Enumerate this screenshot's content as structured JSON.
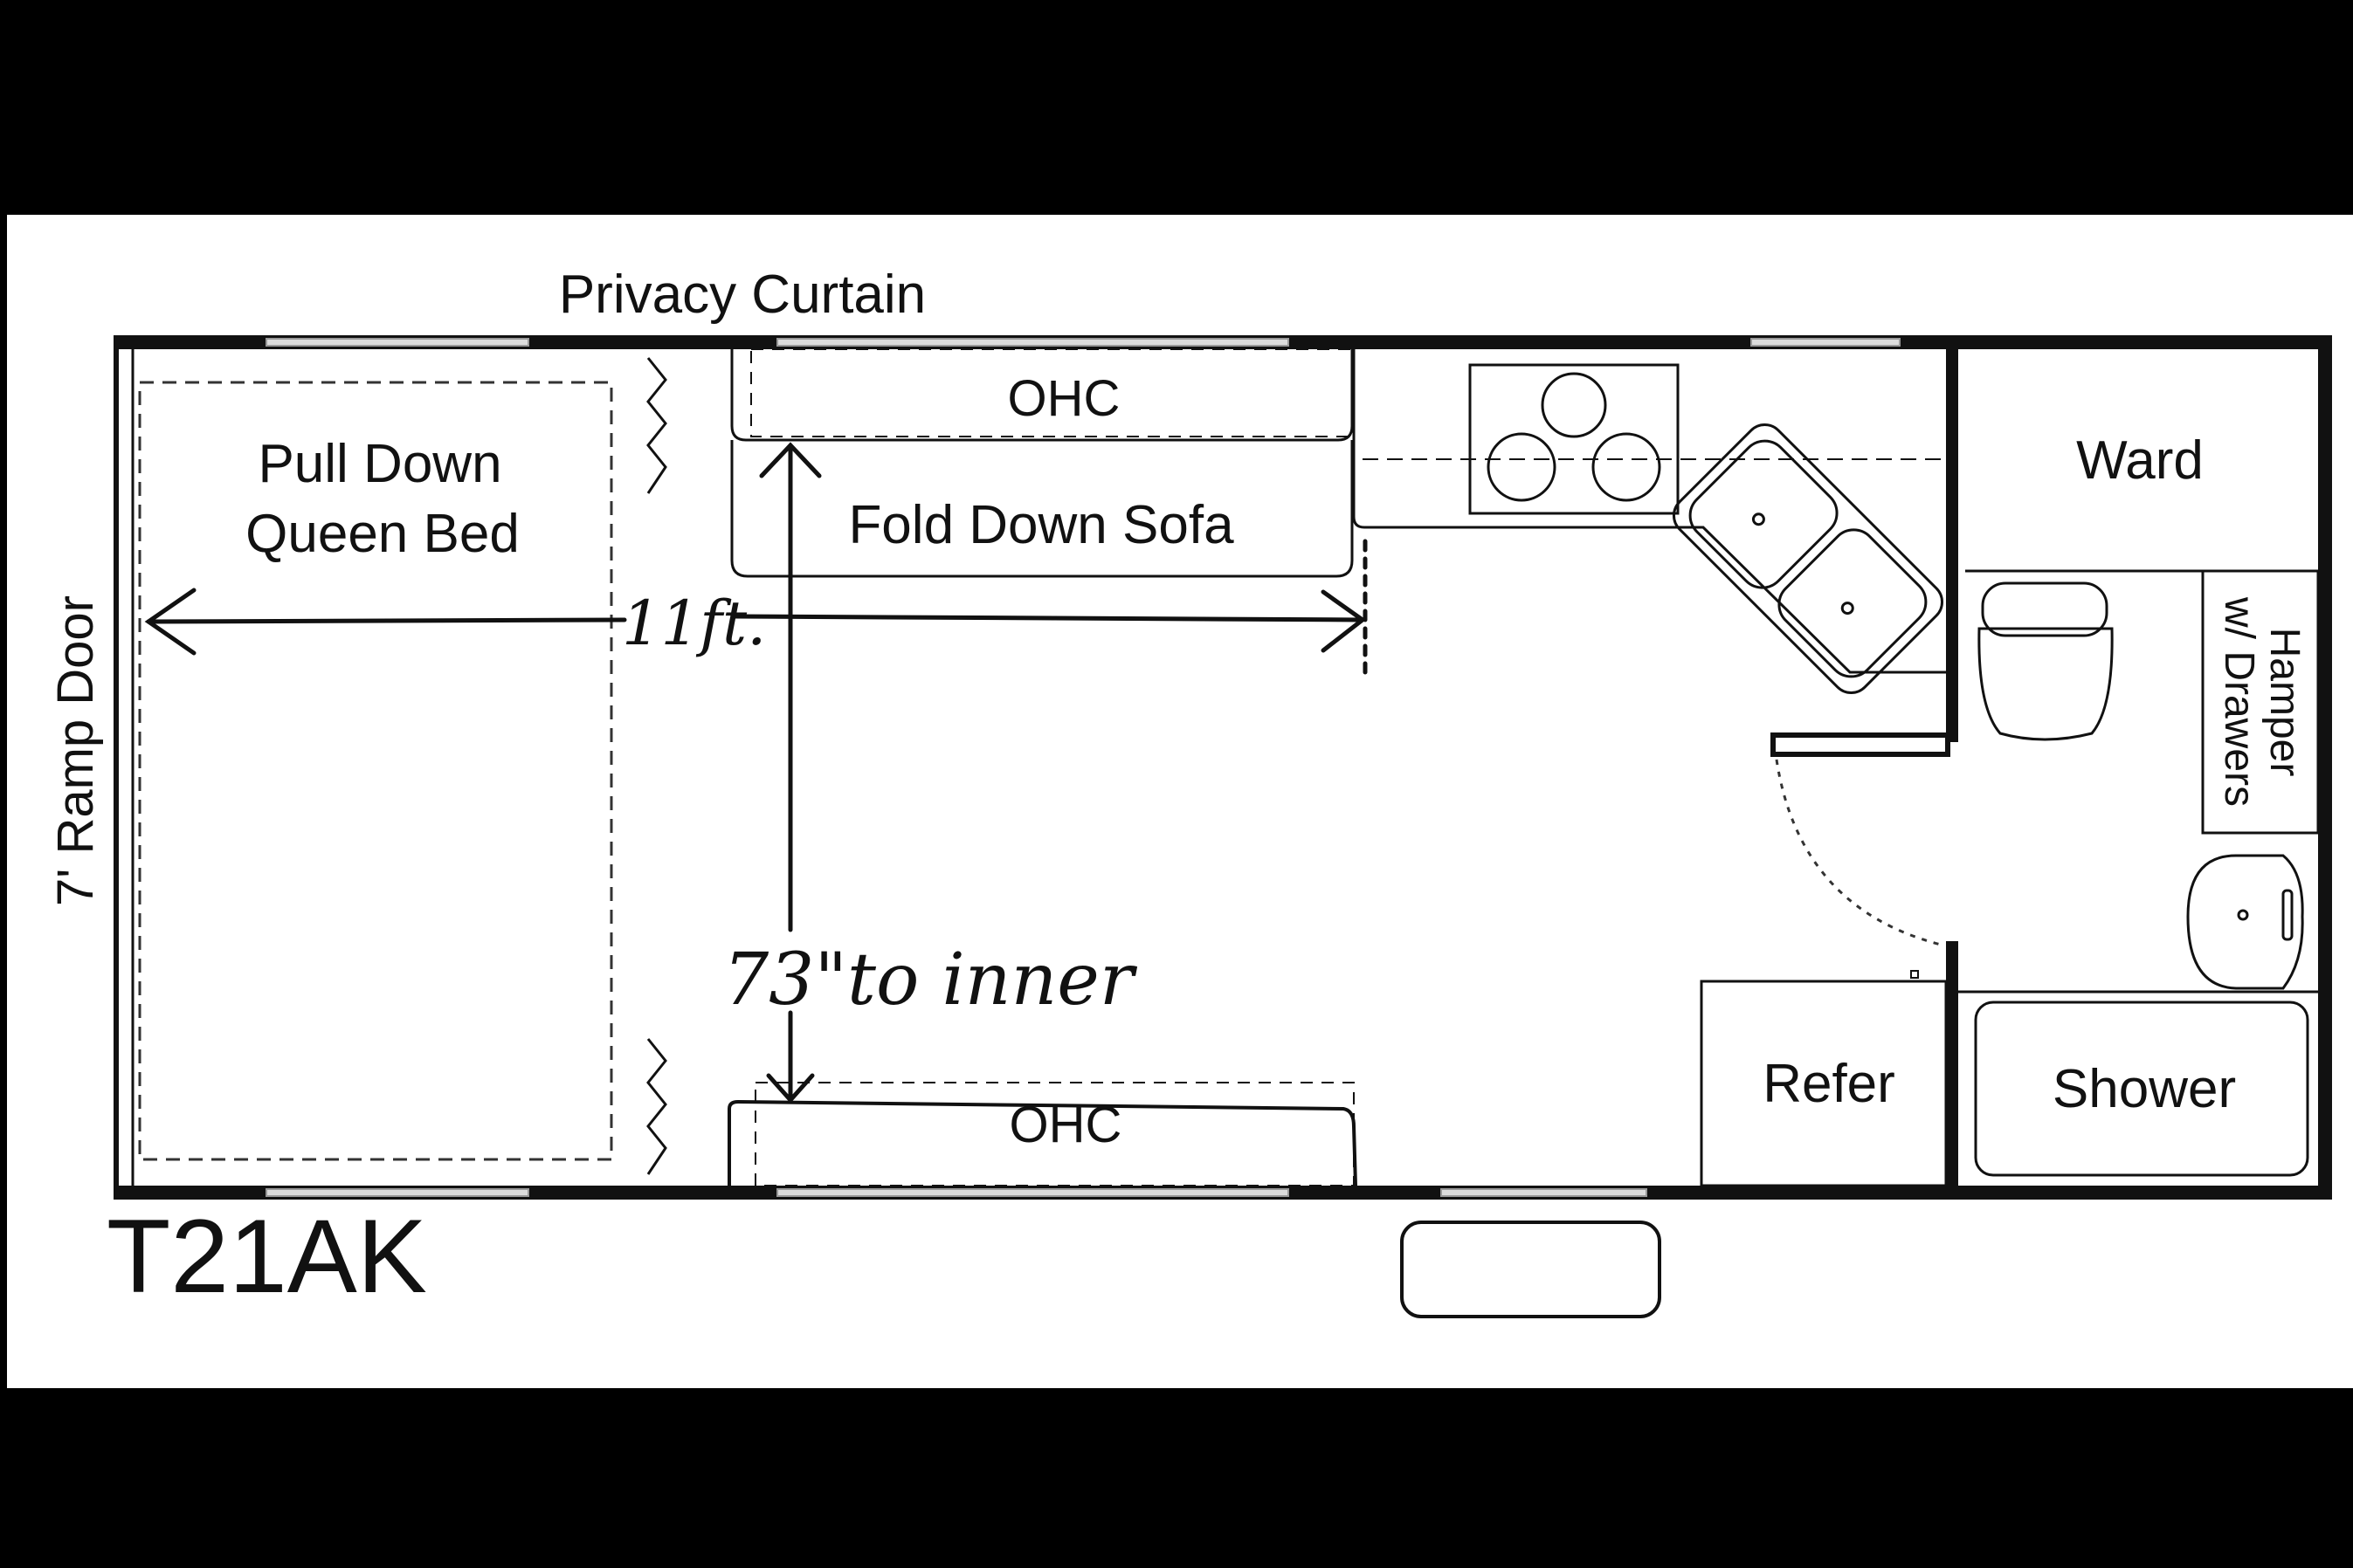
{
  "model": "T21AK",
  "labels": {
    "privacy_curtain": "Privacy Curtain",
    "ohc_top": "OHC",
    "ohc_bottom": "OHC",
    "bed_line1": "Pull Down",
    "bed_line2": "Queen Bed",
    "sofa": "Fold Down Sofa",
    "ward": "Ward",
    "hamper_line1": "Hamper",
    "hamper_line2": "w/ Drawers",
    "refer": "Refer",
    "shower": "Shower",
    "ramp_door": "7' Ramp Door"
  },
  "annotations": {
    "length": "11ft.",
    "width": "73\"to inner"
  },
  "colors": {
    "wall": "#111111",
    "paper": "#ffffff",
    "frame": "#000000",
    "window": "#dddddd"
  }
}
